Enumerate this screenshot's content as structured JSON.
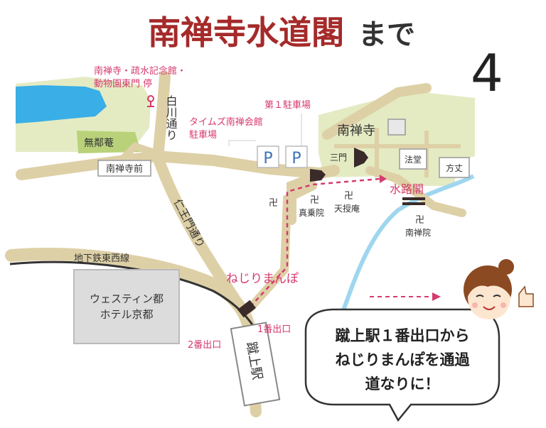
{
  "title": {
    "main": "南禅寺水道閣",
    "suffix": "まで"
  },
  "page_number": "4",
  "bus_stop": {
    "line1": "南禅寺・疏水記念館・",
    "line2": "動物園東門 停"
  },
  "roads": {
    "shirakawa": "白川通り",
    "niomon": "仁王門通り",
    "subway": "地下鉄東西線"
  },
  "places": {
    "mujoan": "無鄰菴",
    "nanzenji_mae": "南禅寺前",
    "nanzenji": "南禅寺",
    "sanmon": "三門",
    "hatto": "法堂",
    "hojo": "方丈",
    "suirokaku": "水路閣",
    "nanzenin": "南禅院",
    "shinjoin": "真乗院",
    "tenjuan": "天授庵",
    "westin_line1": "ウェスティン都",
    "westin_line2": "ホテル京都",
    "nejiri": "ねじりまんぽ",
    "station": "蹴上駅",
    "exit1": "1番出口",
    "exit2": "2番出口"
  },
  "parking": {
    "p1": "第１駐車場",
    "times_line1": "タイムズ南禅会館",
    "times_line2": "駐車場",
    "sign": "P"
  },
  "temple_mark": "卍",
  "bubble": {
    "line1": "蹴上駅１番出口から",
    "line2": "ねじりまんぽを通過",
    "line3": "道なりに！"
  },
  "colors": {
    "title": "#a52a2a",
    "road": "#ded0a6",
    "green": "#e4ebc3",
    "water": "#3aaee6",
    "accent": "#d63a6e",
    "parking": "#3a73b8"
  }
}
